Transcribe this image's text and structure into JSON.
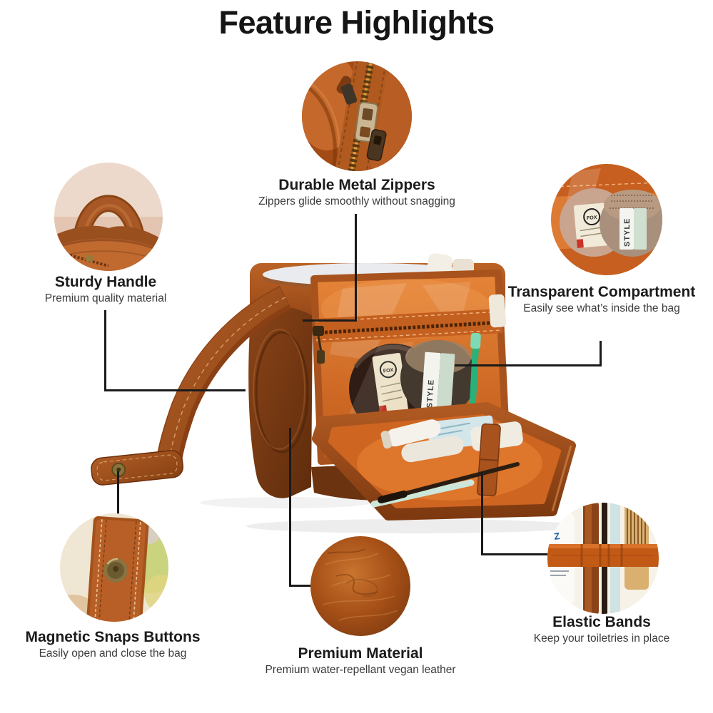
{
  "title": "Feature Highlights",
  "features": [
    {
      "title": "Durable Metal Zippers",
      "subtitle": "Zippers glide smoothly without snagging"
    },
    {
      "title": "Sturdy Handle",
      "subtitle": "Premium quality material"
    },
    {
      "title": "Transparent Compartment",
      "subtitle": "Easily see what’s inside the bag"
    },
    {
      "title": "Magnetic Snaps Buttons",
      "subtitle": "Easily open and close the bag"
    },
    {
      "title": "Premium Material",
      "subtitle": "Premium water-repellant vegan leather"
    },
    {
      "title": "Elastic Bands",
      "subtitle": "Keep your toiletries in place"
    }
  ],
  "labels": {
    "tin_logo": "FOX",
    "tin_brand": "STYLE"
  },
  "colors": {
    "background": "#ffffff",
    "text_title": "#1b1b1b",
    "text_subtitle": "#3b3b3b",
    "connector": "#1a1a1a",
    "leather": "#b05a22",
    "leather_dark": "#7e3910",
    "interior_orange": "#d96b26",
    "brass": "#8a7238",
    "mint": "#ccdccc"
  }
}
